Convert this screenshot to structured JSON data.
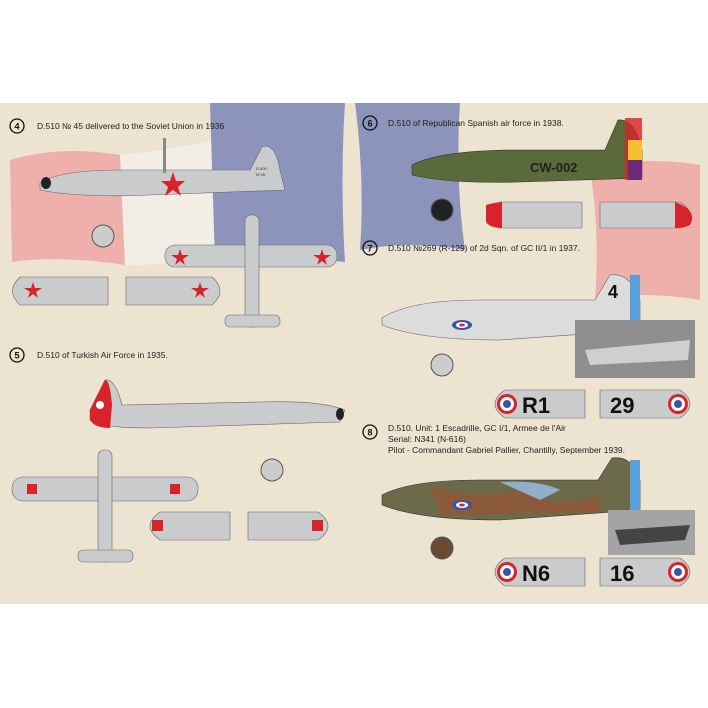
{
  "profiles": [
    {
      "num": "4",
      "caption": "D.510 № 45 delivered to the Soviet Union in 1936",
      "tail_code": "D.500",
      "tail_sub": "N°45"
    },
    {
      "num": "5",
      "caption": "D.510 of Turkish Air Force in 1935."
    },
    {
      "num": "6",
      "caption": "D.510 of Republican Spanish air force in 1938.",
      "fuselage_code": "CW-002"
    },
    {
      "num": "7",
      "caption": "D.510 №269 (R-129) of 2d Sqn. of GC II/1 in 1937.",
      "tail_number": "4",
      "wing_left": "R1",
      "wing_right": "29"
    },
    {
      "num": "8",
      "caption_lines": [
        "D.510. Unit: 1 Escadrille, GC I/1, Armee de l'Air",
        "Serial: N341 (N-616)",
        "Pilot - Commandant Gabriel Pallier, Chantilly, September 1939."
      ],
      "wing_left": "N6",
      "wing_right": "16"
    }
  ],
  "colors": {
    "parchment": "#ece3d1",
    "aircraft_grey": "#c9cbcd",
    "soviet_red": "#d8232a",
    "french_blue": "#3b55a4",
    "spanish_green": "#5a6a3a"
  }
}
